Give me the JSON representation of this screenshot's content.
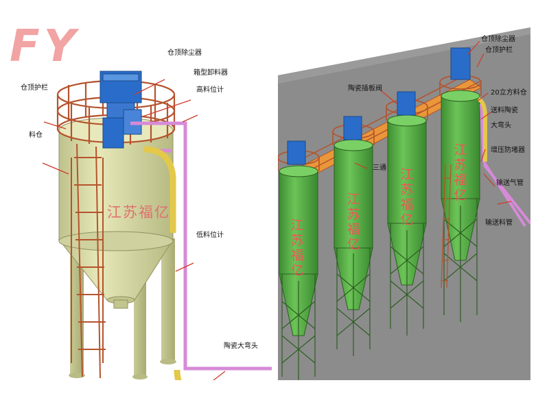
{
  "logo": "FY",
  "left": {
    "watermark": "江苏福亿",
    "labels": {
      "dust_collector": "仓顶除尘器",
      "unloader": "箱型卸料器",
      "guardrail": "仓顶护栏",
      "high_level": "高料位计",
      "silo": "料仓",
      "low_level": "低料位计",
      "elbow": "陶瓷大弯头"
    }
  },
  "right": {
    "watermarks": [
      "江苏福亿",
      "江苏福亿",
      "江苏福亿",
      "江苏福亿"
    ],
    "labels": {
      "dust_collector": "仓顶除尘器",
      "guardrail": "仓顶护栏",
      "gate_valve": "陶瓷插板阀",
      "silo_20": "20立方料仓",
      "feed_ceramic": "送料陶瓷",
      "big_elbow": "大弯头",
      "tee": "三通",
      "booster": "增压防堵器",
      "air_pipe": "输送气管",
      "material_pipe": "输送料管"
    }
  },
  "colors": {
    "silo_left": "#d9dba8",
    "silo_right": "#5fb24a",
    "railing": "#b5532c",
    "collector": "#2a6cc9",
    "pipe_pink": "#d78ad8",
    "elbow_yellow": "#e3c84a",
    "wall": "#8c8c8c"
  }
}
